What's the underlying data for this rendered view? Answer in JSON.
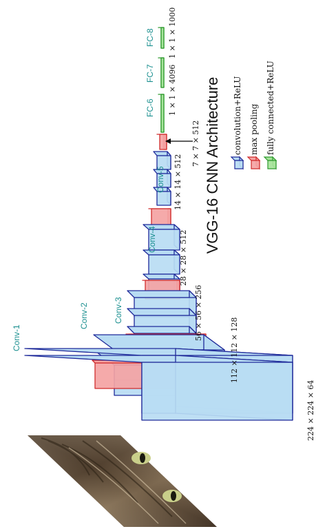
{
  "title": "VGG-16 CNN Architecture",
  "colors": {
    "conv_fill": "#b8dcf3",
    "conv_stroke": "#1f2a9a",
    "pool_fill": "#f4a3a3",
    "pool_stroke": "#d02c2c",
    "fc_fill": "#a6e39a",
    "fc_stroke": "#2f9a2f",
    "stage_label": "#1a8f8f"
  },
  "stages": [
    {
      "label": "Conv-1"
    },
    {
      "label": "Conv-2"
    },
    {
      "label": "Conv-3"
    },
    {
      "label": "Conv-4"
    },
    {
      "label": "Conv-5"
    },
    {
      "label": "FC-6"
    },
    {
      "label": "FC-7"
    },
    {
      "label": "FC-8"
    }
  ],
  "dimensions": [
    {
      "text": "224 × 224 × 64"
    },
    {
      "text": "112 × 112 × 128"
    },
    {
      "text": "56 × 56 × 256"
    },
    {
      "text": "28 × 28 × 512"
    },
    {
      "text": "14 × 14 × 512"
    },
    {
      "text": "7 × 7 × 512"
    },
    {
      "text": "1 × 1 × 4096"
    },
    {
      "text": "1 × 1 × 1000"
    }
  ],
  "legend": [
    {
      "label": "convolution+ReLU",
      "kind": "conv"
    },
    {
      "label": "max  pooling",
      "kind": "pool"
    },
    {
      "label": "fully  connected+ReLU",
      "kind": "fc"
    }
  ],
  "input_image": {
    "icon": "cat-photo"
  }
}
